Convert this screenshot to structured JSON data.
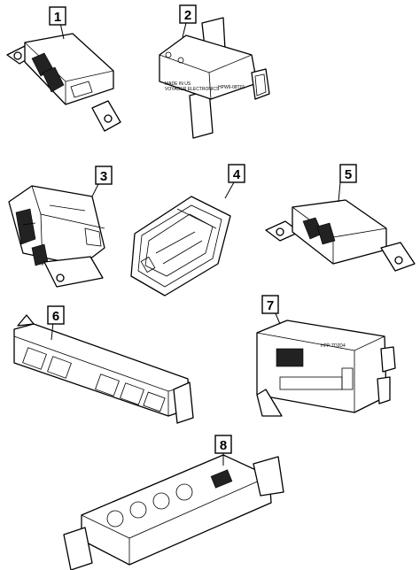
{
  "callouts": [
    {
      "id": "1",
      "label": "1"
    },
    {
      "id": "2",
      "label": "2"
    },
    {
      "id": "3",
      "label": "3"
    },
    {
      "id": "4",
      "label": "4"
    },
    {
      "id": "5",
      "label": "5"
    },
    {
      "id": "6",
      "label": "6"
    },
    {
      "id": "7",
      "label": "7"
    },
    {
      "id": "8",
      "label": "8"
    }
  ],
  "module2": {
    "line1": "MADE IN US",
    "line2": "VOYAGER ELECTRONICS",
    "part_no": "HPW6-08T01-"
  },
  "module7": {
    "part_no": "HPP-TD2D4"
  }
}
